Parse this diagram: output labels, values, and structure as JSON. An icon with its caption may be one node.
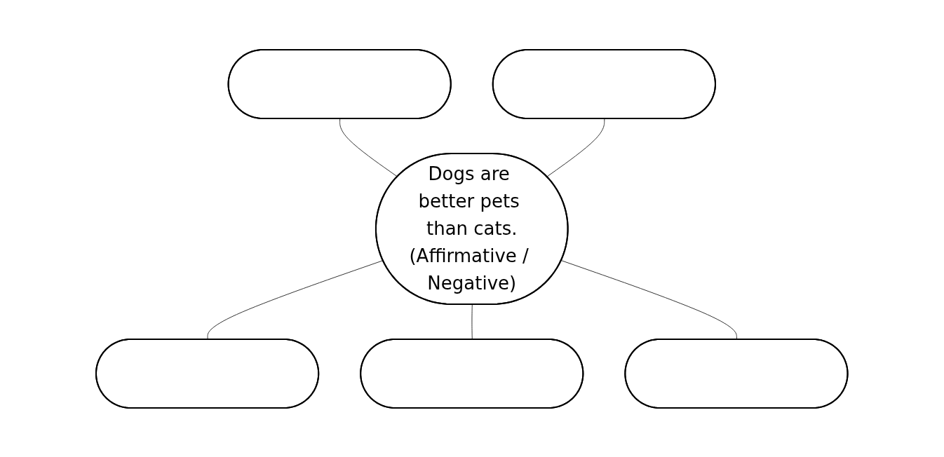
{
  "diagram": {
    "nodes": [
      {
        "text": [
          "Dogs are better pets than cats.",
          "(Affirmative / Negative)"
        ]
      },
      {
        "text": [],
        "shape": "ellipse"
      },
      {
        "text": [],
        "shape": "ellipse"
      },
      {
        "text": [],
        "shape": "ellipse"
      },
      {
        "text": [],
        "shape": "ellipse"
      },
      {
        "text": [],
        "shape": "ellipse"
      }
    ],
    "edges": [
      {
        "from": 1,
        "to": 0,
        "arrow": "none"
      },
      {
        "from": 2,
        "to": 0,
        "arrow": "none"
      },
      {
        "from": 0,
        "to": 3,
        "arrow": "none"
      },
      {
        "from": 0,
        "to": 4,
        "arrow": "none"
      },
      {
        "from": 0,
        "to": 5,
        "arrow": "none"
      }
    ]
  }
}
